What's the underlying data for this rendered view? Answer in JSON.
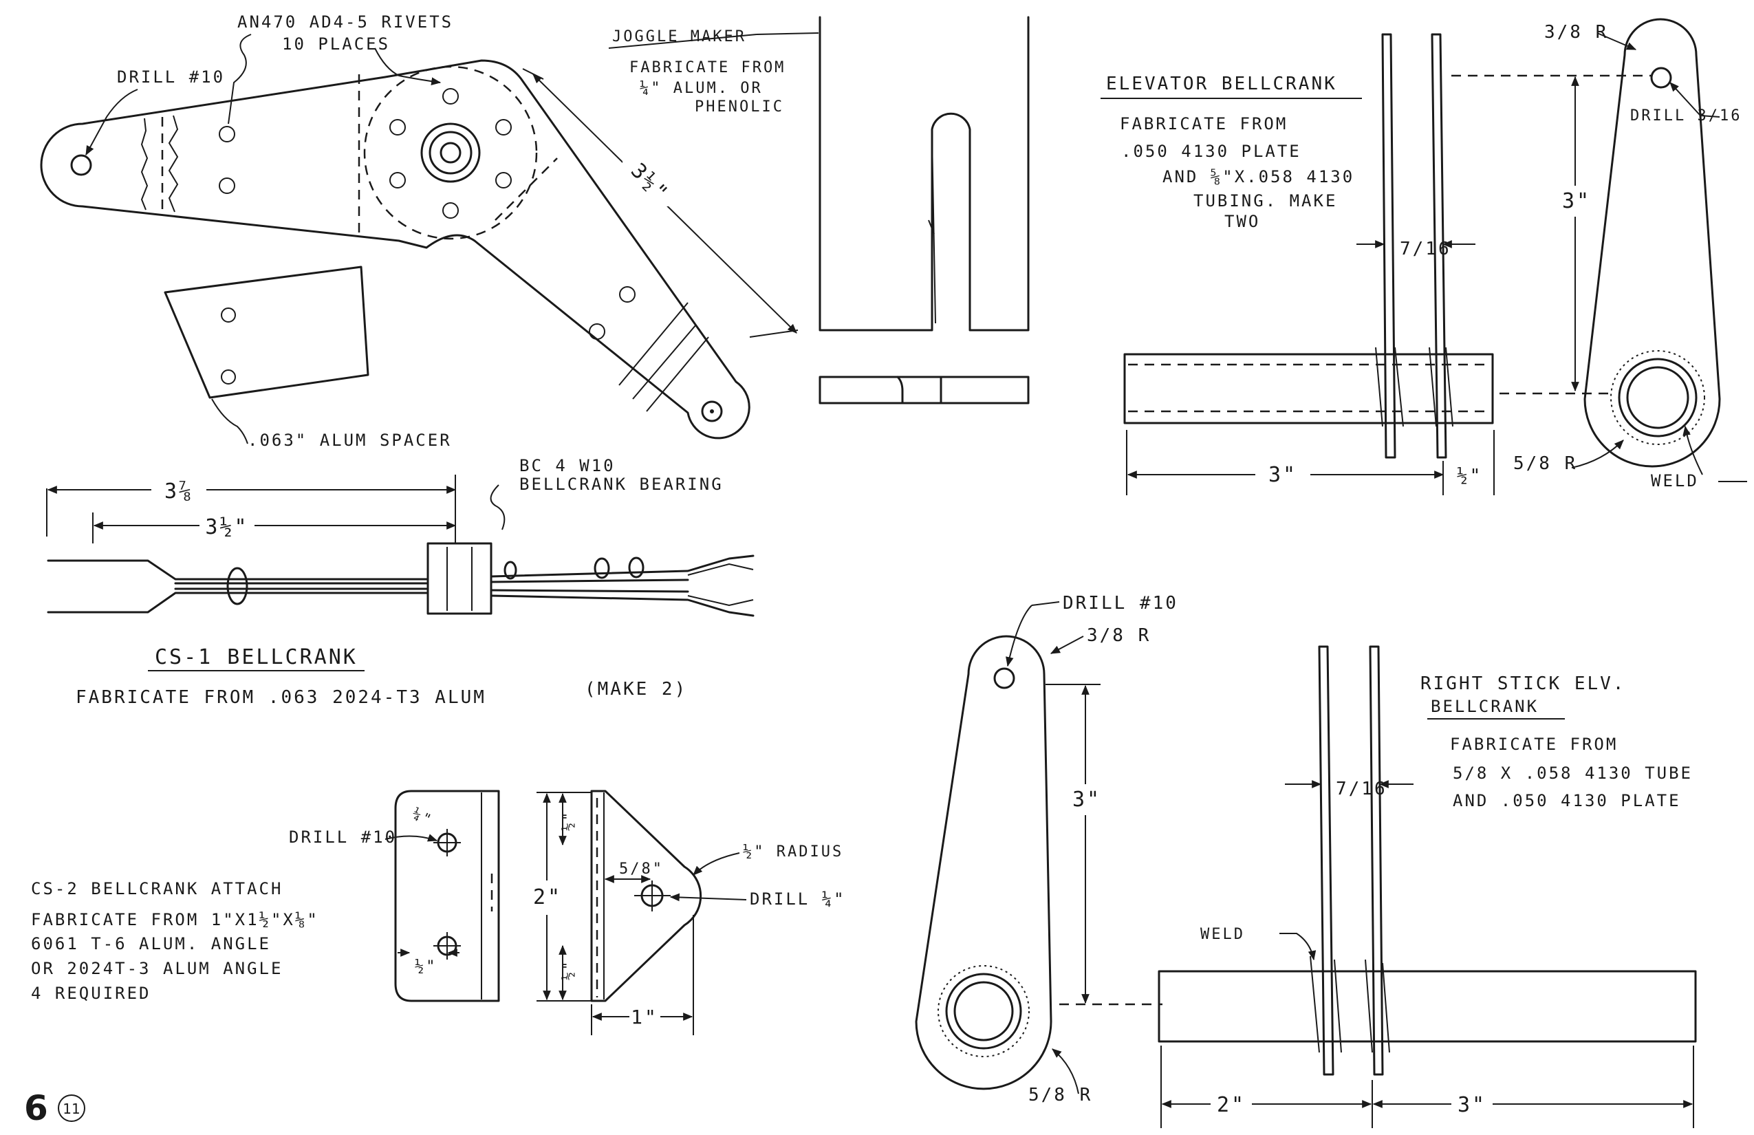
{
  "page": {
    "number": "6",
    "circled_number": "11",
    "ink_color": "#1a1a1a",
    "paper_color": "#ffffff"
  },
  "cs1": {
    "drill_label": "DRILL #10",
    "rivets_label_1": "AN470 AD4-5 RIVETS",
    "rivets_label_2": "10 PLACES",
    "arm_length": "3½\"",
    "spacer_label": ".063\" ALUM SPACER",
    "dim_outer": "3⅞",
    "dim_inner": "3½\"",
    "bearing_label_1": "BC 4 W10",
    "bearing_label_2": "BELLCRANK BEARING",
    "title": "CS-1 BELLCRANK",
    "fabricate": "FABRICATE FROM .063 2024-T3 ALUM",
    "make": "(MAKE 2)"
  },
  "joggle": {
    "title": "JOGGLE MAKER",
    "line_1": "FABRICATE FROM",
    "line_2": "¼\" ALUM. OR",
    "line_3": "PHENOLIC"
  },
  "elevator": {
    "title": "ELEVATOR BELLCRANK",
    "line_1": "FABRICATE FROM",
    "line_2": ".050 4130 PLATE",
    "line_3": "AND ⅝\"X.058 4130",
    "line_4": "TUBING. MAKE",
    "line_5": "TWO",
    "plate_gap": "7/16",
    "tube_length": "3\"",
    "tube_end": "½\"",
    "top_radius": "3/8 R",
    "drill": "DRILL 3/16",
    "height": "3\"",
    "bottom_radius": "5/8 R",
    "weld": "WELD"
  },
  "right_stick": {
    "drill": "DRILL #10",
    "top_radius": "3/8 R",
    "height": "3\"",
    "bottom_radius": "5/8 R",
    "title_1": "RIGHT STICK ELV.",
    "title_2": "BELLCRANK",
    "line_1": "FABRICATE FROM",
    "line_2": "5/8 X .058 4130 TUBE",
    "line_3": "AND .050 4130 PLATE",
    "plate_gap": "7/16",
    "weld": "WELD",
    "dim_left": "2\"",
    "dim_right": "3\""
  },
  "cs2": {
    "drill_10": "DRILL #10",
    "edge_top": "¼\"",
    "edge_side": "½\"",
    "height": "2\"",
    "top_offset": "½\"",
    "bottom_offset": "½\"",
    "hole_offset": "5/8\"",
    "radius": "½\" RADIUS",
    "drill_quarter": "DRILL ¼\"",
    "width": "1\"",
    "title": "CS-2 BELLCRANK ATTACH",
    "line_1": "FABRICATE FROM 1\"X1½\"X⅛\"",
    "line_2": "6061 T-6 ALUM. ANGLE",
    "line_3": "OR 2024T-3 ALUM ANGLE",
    "line_4": "4 REQUIRED"
  }
}
